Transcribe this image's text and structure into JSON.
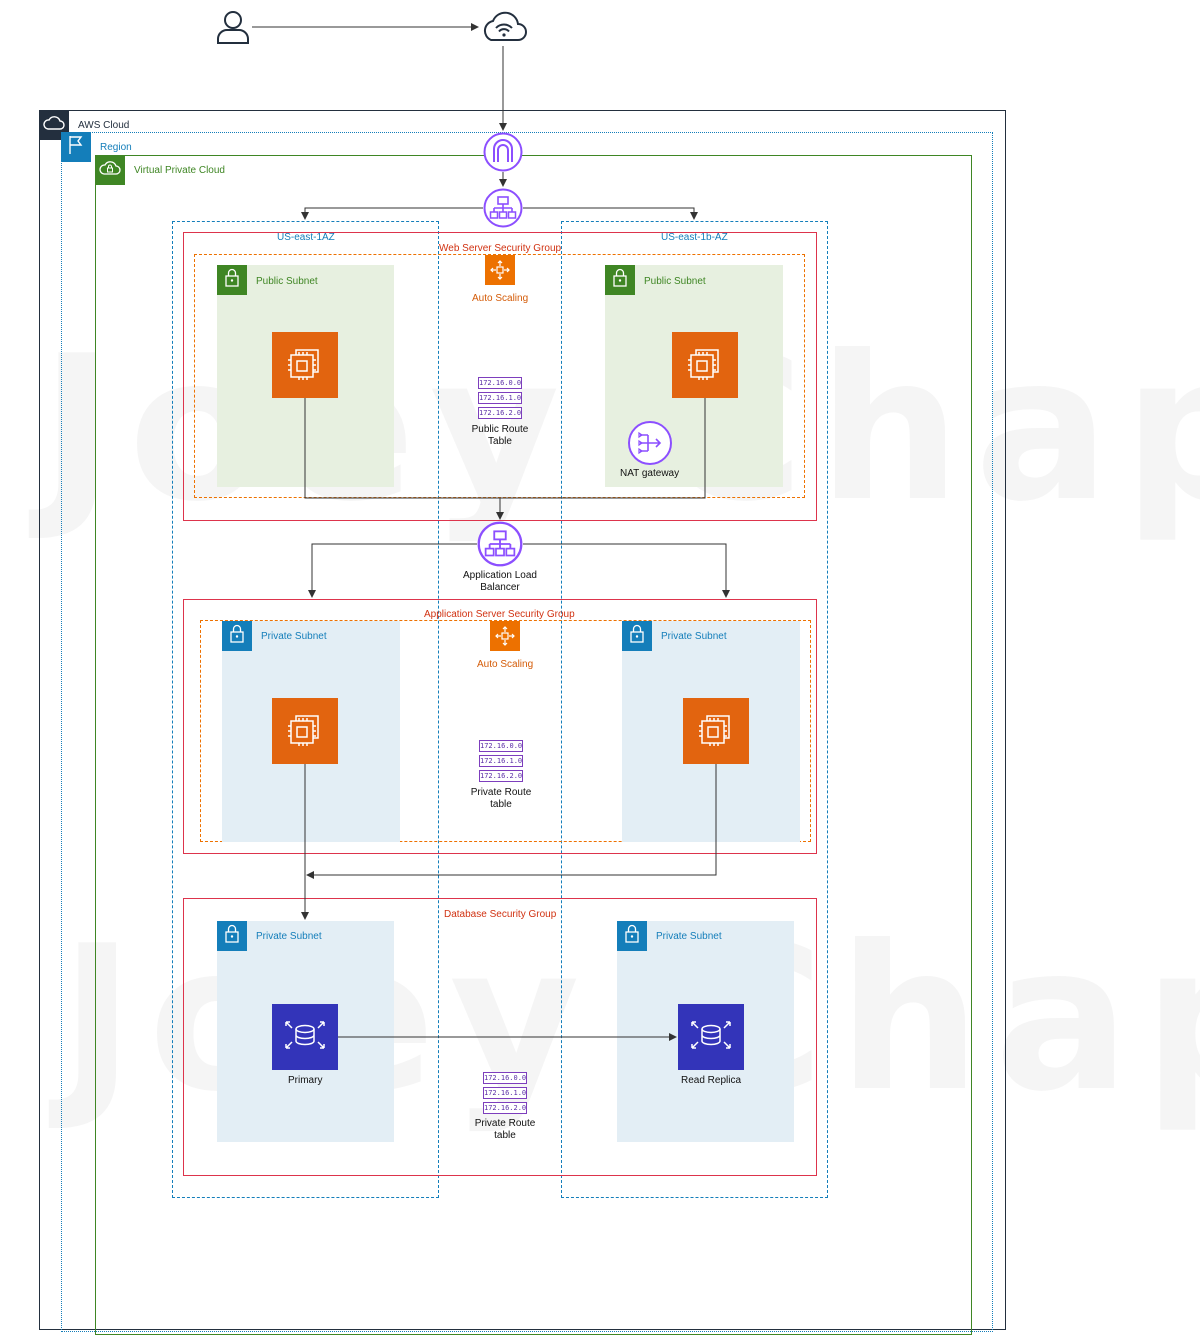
{
  "watermark": [
    "Joey Chapa",
    "Joey Chapa"
  ],
  "containers": {
    "aws_cloud": "AWS Cloud",
    "region": "Region",
    "vpc": "Virtual Private Cloud",
    "az_left": "US-east-1AZ",
    "az_right": "US-east-1b-AZ",
    "web_sg": "Web Server Security Group",
    "app_sg": "Application Server Security Group",
    "db_sg": "Database Security Group"
  },
  "web_tier": {
    "auto_scaling": "Auto Scaling",
    "public_subnet_left": "Public Subnet",
    "public_subnet_right": "Public Subnet",
    "route_table": [
      "172.16.0.0",
      "172.16.1.0",
      "172.16.2.0"
    ],
    "route_table_caption_1": "Public Route",
    "route_table_caption_2": "Table",
    "nat_gateway": "NAT gateway"
  },
  "load_balancer": {
    "caption_1": "Application Load",
    "caption_2": "Balancer"
  },
  "app_tier": {
    "auto_scaling": "Auto Scaling",
    "private_subnet_left": "Private Subnet",
    "private_subnet_right": "Private Subnet",
    "route_table": [
      "172.16.0.0",
      "172.16.1.0",
      "172.16.2.0"
    ],
    "route_table_caption_1": "Private Route",
    "route_table_caption_2": "table"
  },
  "db_tier": {
    "private_subnet_left": "Private Subnet",
    "private_subnet_right": "Private Subnet",
    "primary": "Primary",
    "replica": "Read Replica",
    "route_table": [
      "172.16.0.0",
      "172.16.1.0",
      "172.16.2.0"
    ],
    "route_table_caption_1": "Private Route",
    "route_table_caption_2": "table"
  },
  "icons": {
    "user": "user-icon",
    "internet": "internet-cloud-icon",
    "igw": "internet-gateway-icon",
    "elb": "load-balancer-icon",
    "ec2": "ec2-instance-icon",
    "rds": "rds-database-icon",
    "nat": "nat-gateway-icon",
    "asg": "auto-scaling-icon",
    "lock": "lock-icon"
  },
  "colors": {
    "aws_cloud": "#232f3e",
    "region": "#147eba",
    "vpc": "#3f8624",
    "security_group": "#dd344c",
    "auto_scaling_group": "#ed7100",
    "ec2": "#e2640f",
    "rds": "#3334b9",
    "networking": "#8c4fff"
  }
}
